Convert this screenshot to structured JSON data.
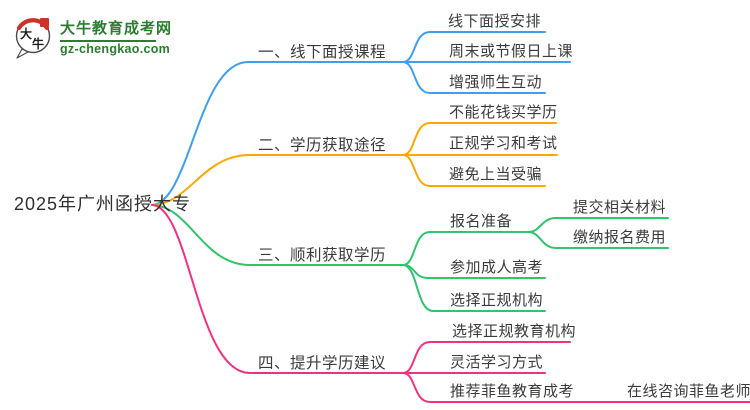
{
  "logo": {
    "icon_text": "大牛",
    "title": "大牛教育成考网",
    "domain": "gz-chengkao.com",
    "brand_color": "#2b7d2f",
    "seal_color": "#cf3128"
  },
  "root": {
    "label": "2025年广州函授大专"
  },
  "branches": [
    {
      "label": "一、线下面授课程",
      "color": "#3d9ff2",
      "children": [
        {
          "label": "线下面授安排"
        },
        {
          "label": "周末或节假日上课"
        },
        {
          "label": "增强师生互动"
        }
      ]
    },
    {
      "label": "二、学历获取途径",
      "color": "#ffa701",
      "children": [
        {
          "label": "不能花钱买学历"
        },
        {
          "label": "正规学习和考试"
        },
        {
          "label": "避免上当受骗"
        }
      ]
    },
    {
      "label": "三、顺利获取学历",
      "color": "#2fc56b",
      "children": [
        {
          "label": "报名准备",
          "children": [
            {
              "label": "提交相关材料"
            },
            {
              "label": "缴纳报名费用"
            }
          ]
        },
        {
          "label": "参加成人高考"
        },
        {
          "label": "选择正规机构"
        }
      ]
    },
    {
      "label": "四、提升学历建议",
      "color": "#f5317f",
      "children": [
        {
          "label": "选择正规教育机构"
        },
        {
          "label": "灵活学习方式"
        },
        {
          "label": "推荐菲鱼教育成考",
          "children": [
            {
              "label": "在线咨询菲鱼老师"
            }
          ]
        }
      ]
    }
  ]
}
